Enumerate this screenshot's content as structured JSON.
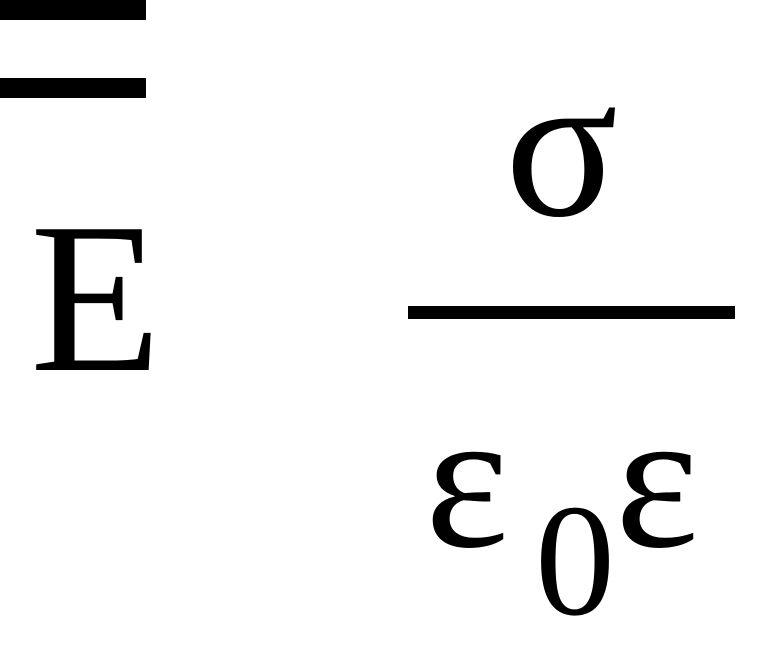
{
  "formula": {
    "lhs": "E",
    "equals": "=",
    "numerator": "σ",
    "denominator": {
      "eps1": "ε",
      "subscript": "0",
      "eps2": "ε"
    }
  }
}
